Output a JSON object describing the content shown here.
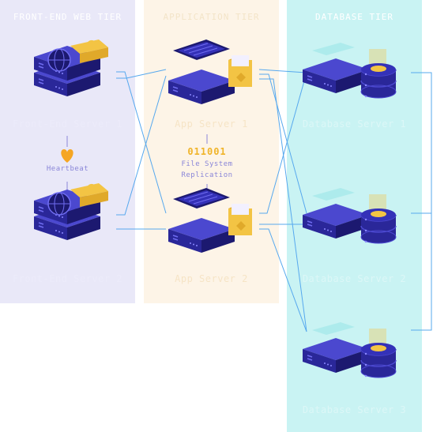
{
  "tiers": {
    "web": "FRONT-END WEB TIER",
    "app": "APPLICATION TIER",
    "db": "DATABASE TIER"
  },
  "web_servers": [
    "Front-End Server 1",
    "Front-End Server 2"
  ],
  "app_servers": [
    "App Server 1",
    "App Server 2"
  ],
  "db_servers": [
    "Database Server 1",
    "Database Server 2",
    "Database Server 3"
  ],
  "heartbeat": "Heartbeat",
  "replication": {
    "code": "011001",
    "line1": "File System",
    "line2": "Replication"
  },
  "colors": {
    "web_panel": "#e9e8f8",
    "app_panel": "#fdf4e7",
    "db_panel": "#c9f3f3",
    "server_dark": "#1f1c7a",
    "server_mid": "#3431b8",
    "gold": "#f3c444",
    "heart": "#f5a623",
    "link": "#56a8ee"
  },
  "icons": [
    "globe-icon",
    "padlock-icon",
    "folder-icon",
    "database-icon",
    "heart-icon"
  ]
}
